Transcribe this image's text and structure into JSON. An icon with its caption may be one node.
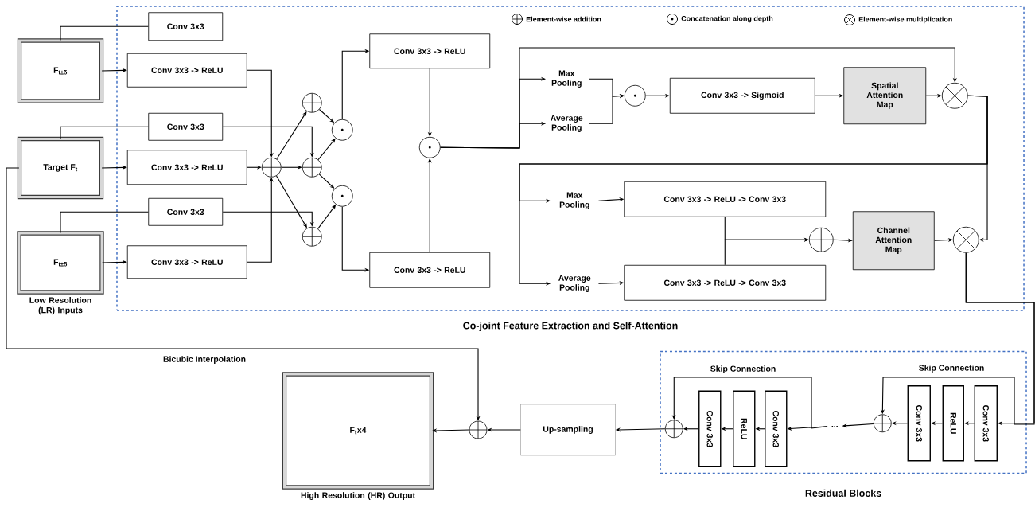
{
  "diagram": {
    "nodes": [
      {
        "text": [
          "Co-joint Feature Extraction and Self-Attention"
        ]
      },
      {
        "text": [
          "F$_{t±δ}$"
        ]
      },
      {
        "text": [
          "Target F$_{t}$"
        ]
      },
      {
        "text": [
          "F$_{t±δ}$"
        ],
        "beside": [
          "Low Resolution (LR) Inputs"
        ]
      },
      {
        "text": [
          "Conv 3x3"
        ],
        "in": 0
      },
      {
        "text": [
          "Conv 3x3 -> ReLU"
        ],
        "in": 0
      },
      {
        "text": [
          "Conv 3x3"
        ],
        "in": 0
      },
      {
        "text": [
          "Conv 3x3 -> ReLU"
        ],
        "in": 0
      },
      {
        "text": [
          "Conv 3x3"
        ],
        "in": 0
      },
      {
        "text": [
          "Conv 3x3 -> ReLU"
        ],
        "in": 0
      },
      {
        "text": [],
        "shape": "circle",
        "in": 0
      },
      {
        "text": [],
        "shape": "circle",
        "in": 0
      },
      {
        "text": [],
        "shape": "circle",
        "in": 0
      },
      {
        "text": [],
        "shape": "circle",
        "in": 0
      },
      {
        "text": [],
        "shape": "circle",
        "in": 0
      },
      {
        "text": [],
        "shape": "circle",
        "in": 0
      },
      {
        "text": [
          "Conv 3x3 -> ReLU"
        ],
        "in": 0
      },
      {
        "text": [
          "Conv 3x3 -> ReLU"
        ],
        "in": 0
      },
      {
        "text": [],
        "shape": "circle",
        "in": 0
      },
      {
        "text": [
          "Max Pooling"
        ],
        "in": 0
      },
      {
        "text": [
          "Average Pooling"
        ],
        "in": 0
      },
      {
        "text": [],
        "shape": "circle",
        "in": 0
      },
      {
        "text": [
          "Conv 3x3 -> Sigmoid"
        ],
        "in": 0
      },
      {
        "text": [
          "Spatial Attention Map"
        ],
        "in": 0
      },
      {
        "text": [],
        "shape": "circle",
        "in": 0
      },
      {
        "text": [
          "Max Pooling"
        ],
        "in": 0
      },
      {
        "text": [
          "Average Pooling"
        ],
        "in": 0
      },
      {
        "text": [
          "Conv 3x3 -> ReLU -> Conv 3x3"
        ],
        "in": 0
      },
      {
        "text": [
          "Conv 3x3 -> ReLU -> Conv 3x3"
        ],
        "in": 0
      },
      {
        "text": [],
        "shape": "circle",
        "in": 0
      },
      {
        "text": [
          "Channel Attention Map"
        ],
        "in": 0
      },
      {
        "text": [],
        "shape": "circle",
        "in": 0
      },
      {
        "text": [
          "Residual Blocks"
        ]
      },
      {
        "text": [
          "Conv 3x3"
        ],
        "in": 32
      },
      {
        "text": [
          "ReLU"
        ],
        "in": 32
      },
      {
        "text": [
          "Conv 3x3"
        ],
        "in": 32
      },
      {
        "text": [],
        "shape": "circle",
        "in": 32
      },
      {
        "text": [
          "Conv 3x3"
        ],
        "in": 32
      },
      {
        "text": [
          "ReLU"
        ],
        "in": 32
      },
      {
        "text": [
          "Conv 3x3"
        ],
        "in": 32
      },
      {
        "text": [],
        "shape": "circle",
        "in": 32
      },
      {
        "text": [
          "..."
        ],
        "in": 32
      },
      {
        "text": [
          "Up-sampling"
        ]
      },
      {
        "text": [],
        "shape": "circle"
      },
      {
        "text": [
          "F$_{t}$x4"
        ],
        "beside": [
          "High Resolution (HR) Output"
        ]
      }
    ],
    "edges": [
      {
        "from": 1,
        "to": 4,
        "arrow": "none"
      },
      {
        "from": 1,
        "to": 5,
        "arrow": "to"
      },
      {
        "from": 5,
        "to": 11,
        "arrow": "to"
      },
      {
        "from": 2,
        "to": 6,
        "arrow": "none"
      },
      {
        "from": 6,
        "to": 12,
        "arrow": "to"
      },
      {
        "from": 2,
        "to": 7,
        "arrow": "to"
      },
      {
        "from": 7,
        "to": 11,
        "arrow": "to"
      },
      {
        "from": 11,
        "to": 12,
        "arrow": "to"
      },
      {
        "from": 3,
        "to": 8,
        "arrow": "none"
      },
      {
        "from": 8,
        "to": 13,
        "arrow": "to"
      },
      {
        "from": 3,
        "to": 9,
        "arrow": "to"
      },
      {
        "from": 9,
        "to": 11,
        "arrow": "to"
      },
      {
        "from": 11,
        "to": 10,
        "arrow": "to"
      },
      {
        "from": 11,
        "to": 13,
        "arrow": "to"
      },
      {
        "from": 10,
        "to": 14,
        "arrow": "to"
      },
      {
        "from": 12,
        "to": 14,
        "arrow": "to"
      },
      {
        "from": 12,
        "to": 15,
        "arrow": "to"
      },
      {
        "from": 13,
        "to": 15,
        "arrow": "to"
      },
      {
        "from": 14,
        "to": 16,
        "arrow": "to"
      },
      {
        "from": 15,
        "to": 17,
        "arrow": "to"
      },
      {
        "from": 16,
        "to": 18,
        "arrow": "to"
      },
      {
        "from": 17,
        "to": 18,
        "arrow": "to"
      },
      {
        "from": 18,
        "to": 19,
        "arrow": "to"
      },
      {
        "from": 18,
        "to": 20,
        "arrow": "to"
      },
      {
        "from": 18,
        "to": 24,
        "arrow": "to"
      },
      {
        "from": 19,
        "to": 21,
        "arrow": "to"
      },
      {
        "from": 20,
        "to": 21,
        "arrow": "to"
      },
      {
        "from": 21,
        "to": 22,
        "arrow": "to"
      },
      {
        "from": 22,
        "to": 23,
        "arrow": "to"
      },
      {
        "from": 23,
        "to": 24,
        "arrow": "to"
      },
      {
        "from": 24,
        "to": 25,
        "arrow": "to"
      },
      {
        "from": 24,
        "to": 26,
        "arrow": "to"
      },
      {
        "from": 24,
        "to": 31,
        "arrow": "to"
      },
      {
        "from": 25,
        "to": 27,
        "arrow": "to"
      },
      {
        "from": 26,
        "to": 28,
        "arrow": "to"
      },
      {
        "from": 27,
        "to": 29,
        "arrow": "to"
      },
      {
        "from": 28,
        "to": 29,
        "arrow": "to"
      },
      {
        "from": 29,
        "to": 30,
        "arrow": "to"
      },
      {
        "from": 30,
        "to": 31,
        "arrow": "to"
      },
      {
        "from": 31,
        "to": 39,
        "arrow": "to"
      },
      {
        "from": 31,
        "to": 40,
        "arrow": "to"
      },
      {
        "from": 39,
        "to": 38,
        "arrow": "to"
      },
      {
        "from": 38,
        "to": 37,
        "arrow": "to"
      },
      {
        "from": 37,
        "to": 40,
        "arrow": "to"
      },
      {
        "from": 40,
        "to": 41,
        "arrow": "to"
      },
      {
        "from": 41,
        "to": 35,
        "arrow": "to"
      },
      {
        "from": 41,
        "to": 36,
        "arrow": "to"
      },
      {
        "from": 35,
        "to": 34,
        "arrow": "to"
      },
      {
        "from": 34,
        "to": 33,
        "arrow": "to"
      },
      {
        "from": 33,
        "to": 36,
        "arrow": "to"
      },
      {
        "from": 36,
        "to": 42,
        "arrow": "to"
      },
      {
        "from": 42,
        "to": 43,
        "arrow": "to"
      },
      {
        "from": 43,
        "to": 44,
        "arrow": "to"
      },
      {
        "from": 2,
        "to": 43,
        "arrow": "to",
        "label": "Bicubic Interpolation"
      }
    ],
    "labels": [
      "Skip Connection",
      "Skip Connection"
    ],
    "legend": [
      {
        "text": "Element-wise addition"
      },
      {
        "text": "Concatenation along depth"
      },
      {
        "text": "Element-wise multiplication"
      }
    ]
  }
}
